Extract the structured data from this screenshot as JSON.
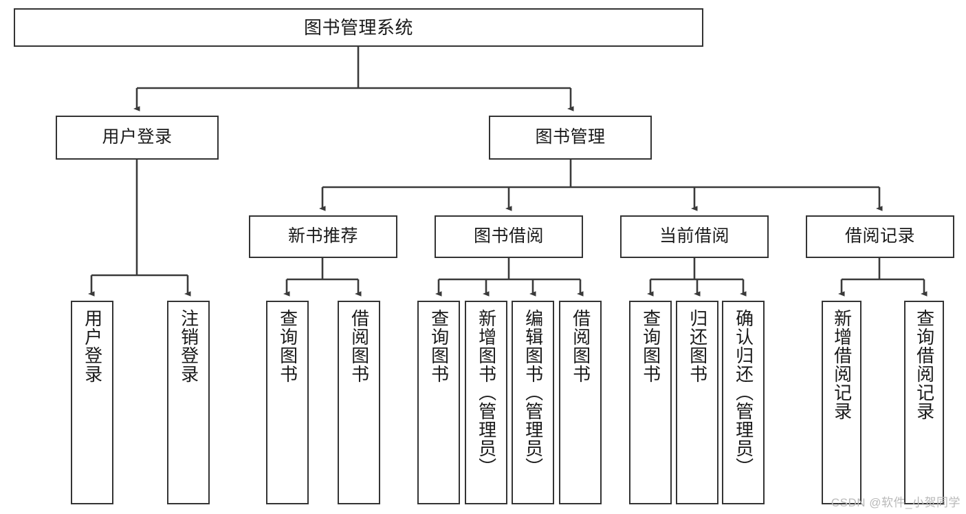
{
  "diagram": {
    "title": "图书管理系统",
    "type": "tree",
    "watermark": "CSDN @软件_小贺同学",
    "colors": {
      "node_border": "#333333",
      "node_fill": "#ffffff",
      "connector": "#3a3a3a",
      "text": "#1a1a1a",
      "watermark": "#b9b9b9"
    },
    "nodes": {
      "root": {
        "label": "图书管理系统"
      },
      "level2": [
        {
          "label": "用户登录"
        },
        {
          "label": "图书管理"
        }
      ],
      "level3": [
        {
          "label": "新书推荐"
        },
        {
          "label": "图书借阅"
        },
        {
          "label": "当前借阅"
        },
        {
          "label": "借阅记录"
        }
      ],
      "leaves": {
        "user_login": [
          {
            "label": "用户登录"
          },
          {
            "label": "注销登录"
          }
        ],
        "new_book_recommend": [
          {
            "label": "查询图书"
          },
          {
            "label": "借阅图书"
          }
        ],
        "book_borrow": [
          {
            "label": "查询图书"
          },
          {
            "label": "新增图书（管理员）"
          },
          {
            "label": "编辑图书（管理员）"
          },
          {
            "label": "借阅图书"
          }
        ],
        "current_borrow": [
          {
            "label": "查询图书"
          },
          {
            "label": "归还图书"
          },
          {
            "label": "确认归还（管理员）"
          }
        ],
        "borrow_record": [
          {
            "label": "新增借阅记录"
          },
          {
            "label": "查询借阅记录"
          }
        ]
      }
    }
  }
}
